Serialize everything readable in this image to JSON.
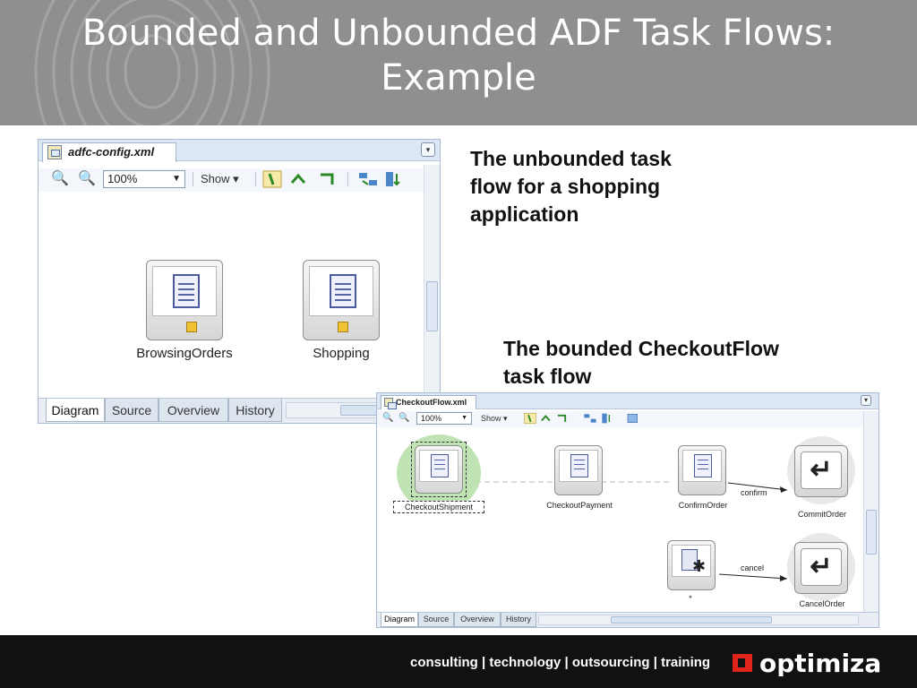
{
  "slide": {
    "title_line1": "Bounded and Unbounded ADF Task Flows:",
    "title_line2": "Example",
    "caption_unbounded_line1": "The unbounded task",
    "caption_unbounded_line2": "flow for a shopping",
    "caption_unbounded_line3": "application",
    "caption_bounded_line1": "The bounded CheckoutFlow",
    "caption_bounded_line2": "task flow"
  },
  "footer": {
    "tagline": "consulting | technology | outsourcing | training",
    "logo_text": "optimiza"
  },
  "unbounded_window": {
    "tab_title": "adfc-config.xml",
    "zoom": "100%",
    "show_label": "Show ▾",
    "nodes": [
      {
        "label": "BrowsingOrders"
      },
      {
        "label": "Shopping"
      }
    ],
    "bottom_tabs": [
      "Diagram",
      "Source",
      "Overview",
      "History"
    ],
    "active_tab": "Diagram"
  },
  "bounded_window": {
    "tab_title": "CheckoutFlow.xml",
    "zoom": "100%",
    "show_label": "Show ▾",
    "nodes": [
      {
        "label": "CheckoutShipment"
      },
      {
        "label": "CheckoutPayment"
      },
      {
        "label": "ConfirmOrder"
      },
      {
        "label": "CommitOrder"
      },
      {
        "label": "*"
      },
      {
        "label": "CancelOrder"
      }
    ],
    "edges": {
      "confirm": "confirm",
      "cancel": "cancel"
    },
    "bottom_tabs": [
      "Diagram",
      "Source",
      "Overview",
      "History"
    ],
    "active_tab": "Diagram"
  },
  "colors": {
    "header_bg": "#8f8f8f",
    "footer_bg": "#111111",
    "logo_red": "#e0231b",
    "default_activity_highlight": "#bfe3b3"
  },
  "icons": [
    "zoom-in-icon",
    "zoom-out-icon",
    "control-flow-icon",
    "wildcard-icon",
    "return-icon",
    "page-icon",
    "fingerprint-watermark"
  ]
}
